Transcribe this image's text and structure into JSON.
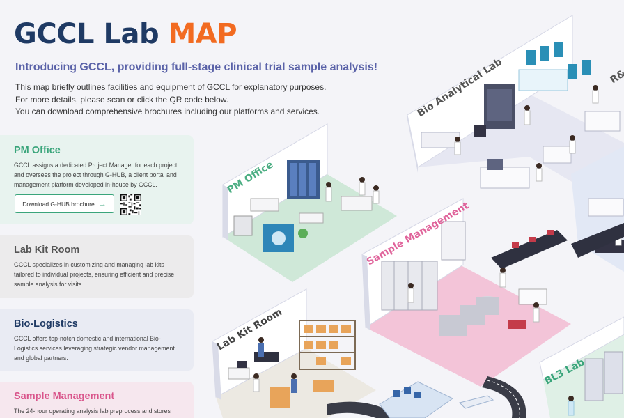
{
  "header": {
    "title_part1": "GCCL Lab ",
    "title_part2": "MAP",
    "subtitle": "Introducing GCCL, providing full-stage clinical trial sample analysis!",
    "intro_line1": "This map briefly outlines facilities and equipment of GCCL for explanatory purposes.",
    "intro_line2": "For more details, please scan or click the QR code below.",
    "intro_line3": "You can download comprehensive brochures including our platforms and services."
  },
  "cards": {
    "pm": {
      "title": "PM Office",
      "desc": "GCCL assigns a dedicated Project Manager for each project and oversees the project through G-HUB, a client portal and management platform developed in-house by GCCL.",
      "button": "Download G-HUB brochure",
      "arrow": "→"
    },
    "kit": {
      "title": "Lab Kit Room",
      "desc": "GCCL specializes in customizing and managing lab kits tailored to individual projects, ensuring efficient and precise sample analysis for visits."
    },
    "bio": {
      "title": "Bio-Logistics",
      "desc": "GCCL offers top-notch domestic and international Bio-Logistics services leveraging strategic vendor management and global partners."
    },
    "sm": {
      "title": "Sample Management",
      "desc": "The 24-hour operating analysis lab preprocess and stores"
    }
  },
  "map": {
    "bio_analytical": "Bio Analytical Lab",
    "rd": "R&",
    "pm_office": "PM Office",
    "sample_management": "Sample Management",
    "lab_kit_room": "Lab Kit Room",
    "bl3": "BL3 Lab"
  },
  "colors": {
    "navy": "#1f3a64",
    "orange": "#f26b21",
    "green": "#3aa57b",
    "pink": "#d9558b",
    "purple": "#5a62a8"
  }
}
